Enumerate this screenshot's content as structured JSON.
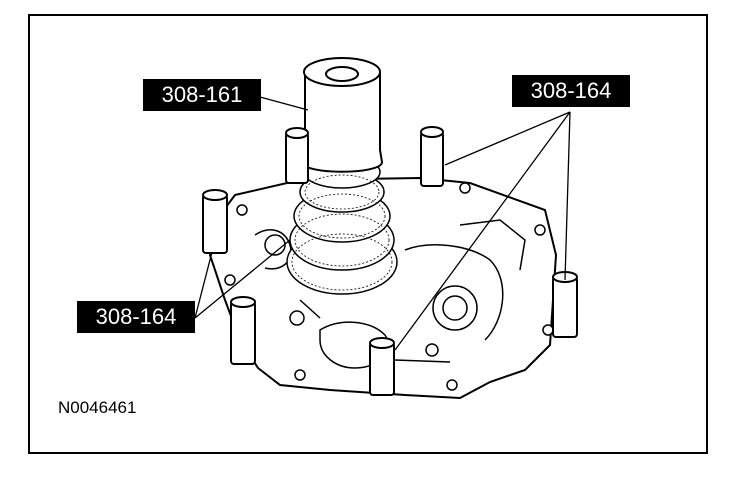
{
  "callouts": {
    "tool_top": "308-161",
    "tool_right": "308-164",
    "tool_left": "308-164"
  },
  "figure_id": "N0046461",
  "colors": {
    "line": "#000000",
    "background": "#ffffff"
  }
}
